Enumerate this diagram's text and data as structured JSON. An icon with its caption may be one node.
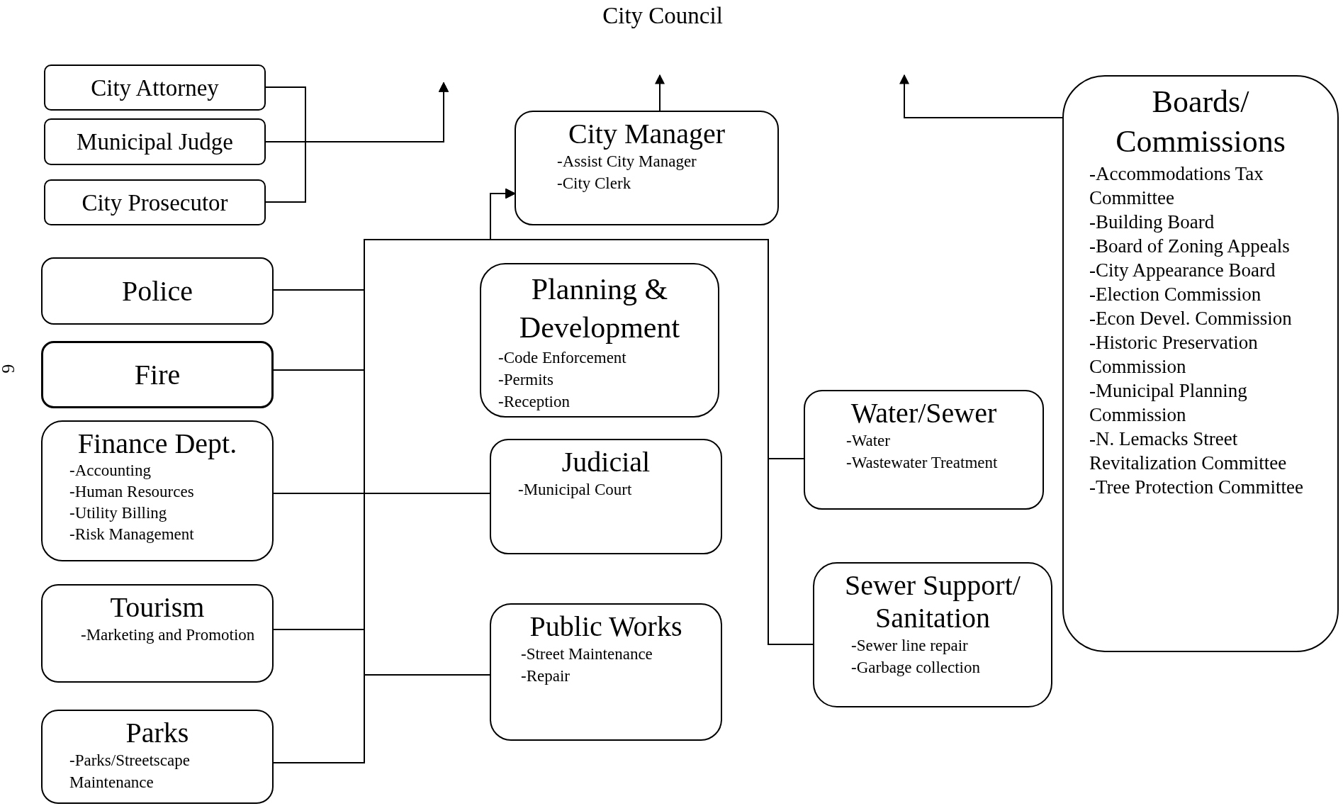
{
  "diagram": {
    "title": "City Council",
    "nodes": [
      {
        "text": [
          "City Attorney"
        ]
      },
      {
        "text": [
          "Municipal Judge"
        ]
      },
      {
        "text": [
          "City Prosecutor"
        ]
      },
      {
        "text": [
          "City Manager",
          "-Assist City Manager",
          "-City Clerk"
        ]
      },
      {
        "text": [
          "Boards/ Commissions",
          "-Accommodations Tax Committee",
          "-Building Board",
          "-Board of Zoning Appeals",
          "-City Appearance Board",
          "-Election Commission",
          "-Econ Devel. Commission",
          "-Historic Preservation Commission",
          "-Municipal Planning Commission",
          "-N. Lemacks Street Revitalization Committee",
          "-Tree Protection Committee"
        ]
      },
      {
        "text": [
          "Police"
        ]
      },
      {
        "text": [
          "Fire"
        ]
      },
      {
        "text": [
          "Finance Dept.",
          "-Accounting",
          "-Human Resources",
          "-Utility Billing",
          "-Risk Management"
        ]
      },
      {
        "text": [
          "Planning & Development",
          "-Code Enforcement",
          "-Permits",
          "-Reception"
        ]
      },
      {
        "text": [
          "Judicial",
          "-Municipal Court"
        ]
      },
      {
        "text": [
          "Water/Sewer",
          "-Water",
          "-Wastewater Treatment"
        ]
      },
      {
        "text": [
          "Tourism",
          "-Marketing and Promotion"
        ]
      },
      {
        "text": [
          "Public Works",
          "-Street Maintenance",
          "-Repair"
        ]
      },
      {
        "text": [
          "Sewer Support/ Sanitation",
          "-Sewer line repair",
          "-Garbage collection"
        ]
      },
      {
        "text": [
          "Parks",
          "-Parks/Streetscape Maintenance"
        ]
      }
    ],
    "edges": [
      {
        "from": 0,
        "to": null,
        "arrow": "to"
      },
      {
        "from": 1,
        "to": null,
        "arrow": "to"
      },
      {
        "from": 2,
        "to": null,
        "arrow": "to"
      },
      {
        "from": 3,
        "to": null,
        "arrow": "to"
      },
      {
        "from": 4,
        "to": null,
        "arrow": "to"
      },
      {
        "from": 5,
        "to": 3,
        "arrow": "to"
      },
      {
        "from": 6,
        "to": 3,
        "arrow": "to"
      },
      {
        "from": 7,
        "to": 3,
        "arrow": "to"
      },
      {
        "from": 9,
        "to": 3,
        "arrow": "to"
      },
      {
        "from": 11,
        "to": 3,
        "arrow": "to"
      },
      {
        "from": 12,
        "to": 3,
        "arrow": "to"
      },
      {
        "from": 14,
        "to": 3,
        "arrow": "to"
      },
      {
        "from": 10,
        "to": 3,
        "arrow": "to"
      },
      {
        "from": 13,
        "to": 3,
        "arrow": "to"
      }
    ],
    "labels": [
      "6"
    ]
  }
}
